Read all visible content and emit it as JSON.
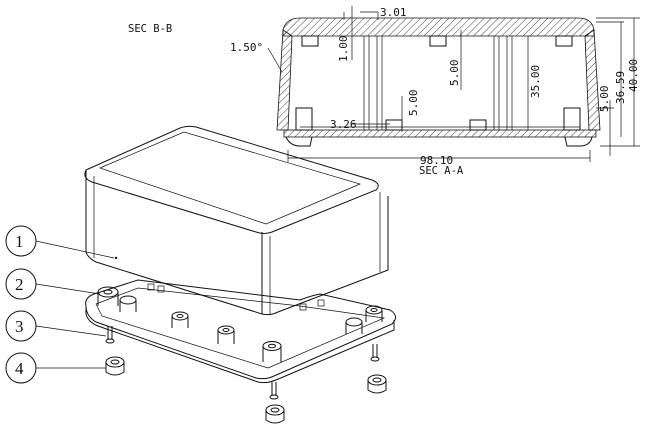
{
  "section_bb": "SEC B-B",
  "section_aa": "SEC A-A",
  "dimensions": {
    "d301": "3.01",
    "d100": "1.00",
    "d500_mid": "5.00",
    "d3500": "35.00",
    "d500_right": "5.00",
    "d3659": "36.59",
    "d4000": "40.00",
    "d326": "3.26",
    "d500_low": "5.00",
    "d9810": "98.10",
    "angle": "1.50°"
  },
  "callouts": [
    "1",
    "2",
    "3",
    "4"
  ],
  "colors": {
    "line": "#111111",
    "accent": "#1f8fd4"
  }
}
